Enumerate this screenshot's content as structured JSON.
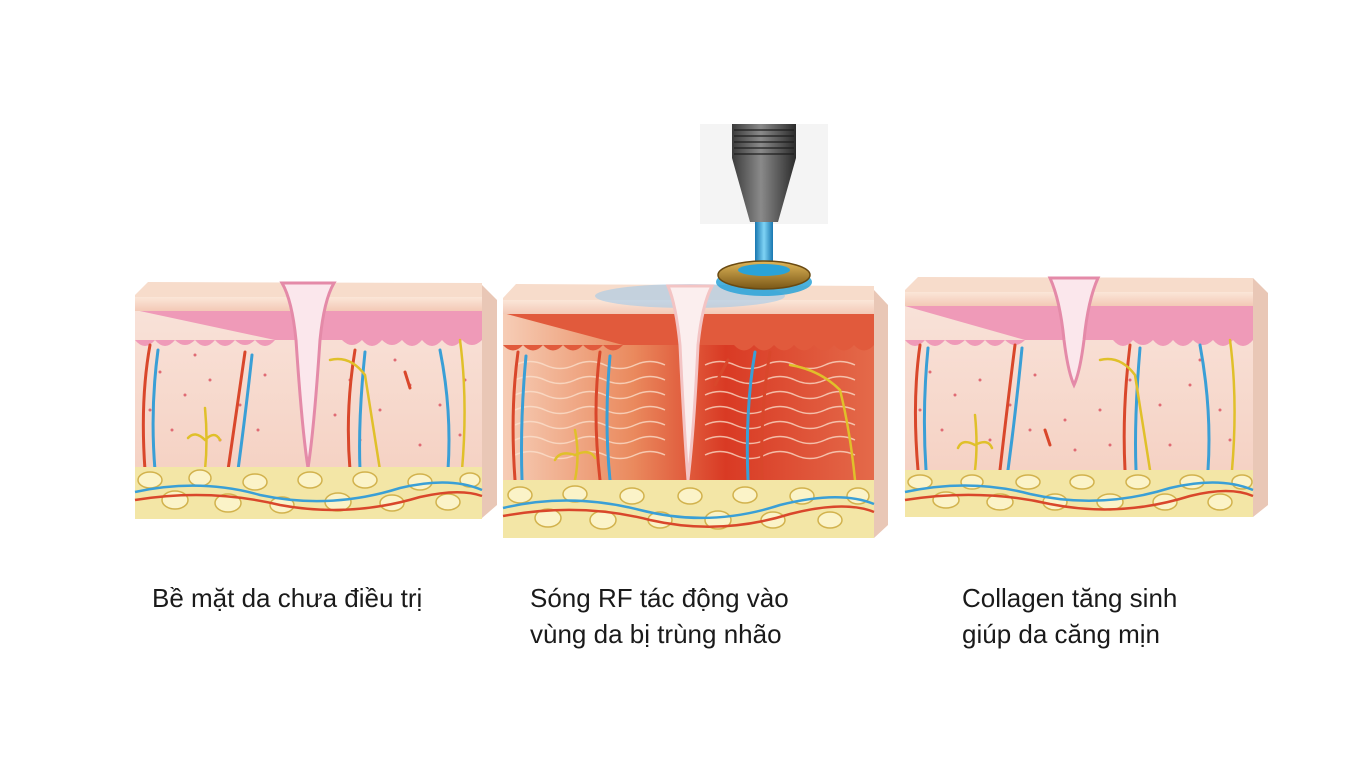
{
  "captions": [
    {
      "lines": [
        "Bề mặt da chưa điều trị"
      ]
    },
    {
      "lines": [
        "Sóng RF tác động vào",
        "vùng da bị trùng nhão"
      ]
    },
    {
      "lines": [
        "Collagen tăng sinh",
        "giúp da căng mịn"
      ]
    }
  ],
  "colors": {
    "epidermis_top": "#f7d9c6",
    "epidermis_pink": "#ec8fb0",
    "dermis": "#f8dfd4",
    "dermis_heated": "#d9432a",
    "dermis_warm": "#ee9a6a",
    "fat": "#f3e6a6",
    "fat_outline": "#d2b24d",
    "artery": "#d9472b",
    "vein": "#3a9fd6",
    "nerve": "#e0c02a",
    "probe_tip": "#2aa3d8",
    "probe_ring": "#b58a2e"
  },
  "icons": {
    "probe": "rf-handpiece-icon"
  }
}
